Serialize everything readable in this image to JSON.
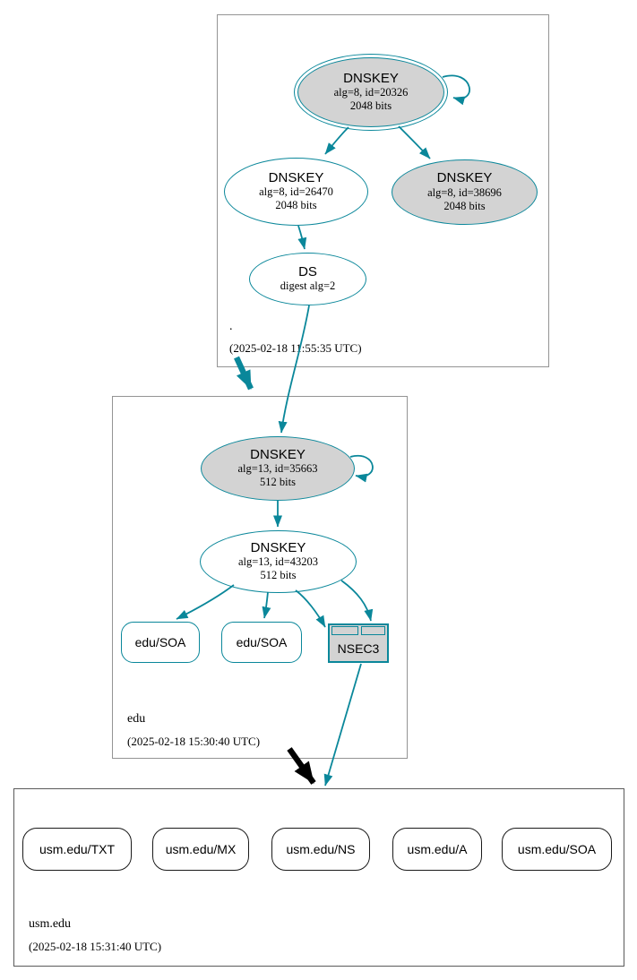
{
  "colors": {
    "edge_teal": "#0a879a",
    "node_fill_gray": "#d3d3d3",
    "zone_border_gray": "#949494",
    "usm_zone_border": "#5a5a5a",
    "insecure_arrow_black": "#000000"
  },
  "zones": [
    {
      "name": ".",
      "timestamp": "(2025-02-18 11:55:35 UTC)",
      "nodes": {
        "ksk": {
          "title": "DNSKEY",
          "detail1": "alg=8, id=20326",
          "detail2": "2048 bits"
        },
        "zsk": {
          "title": "DNSKEY",
          "detail1": "alg=8, id=26470",
          "detail2": "2048 bits"
        },
        "key38696": {
          "title": "DNSKEY",
          "detail1": "alg=8, id=38696",
          "detail2": "2048 bits"
        },
        "ds": {
          "title": "DS",
          "detail1": "digest alg=2"
        }
      }
    },
    {
      "name": "edu",
      "timestamp": "(2025-02-18 15:30:40 UTC)",
      "nodes": {
        "ksk": {
          "title": "DNSKEY",
          "detail1": "alg=13, id=35663",
          "detail2": "512 bits"
        },
        "zsk": {
          "title": "DNSKEY",
          "detail1": "alg=13, id=43203",
          "detail2": "512 bits"
        },
        "soa1": {
          "label": "edu/SOA"
        },
        "soa2": {
          "label": "edu/SOA"
        },
        "nsec3": {
          "label": "NSEC3"
        }
      }
    },
    {
      "name": "usm.edu",
      "timestamp": "(2025-02-18 15:31:40 UTC)",
      "nodes": {
        "txt": {
          "label": "usm.edu/TXT"
        },
        "mx": {
          "label": "usm.edu/MX"
        },
        "ns": {
          "label": "usm.edu/NS"
        },
        "a": {
          "label": "usm.edu/A"
        },
        "soa": {
          "label": "usm.edu/SOA"
        }
      }
    }
  ]
}
